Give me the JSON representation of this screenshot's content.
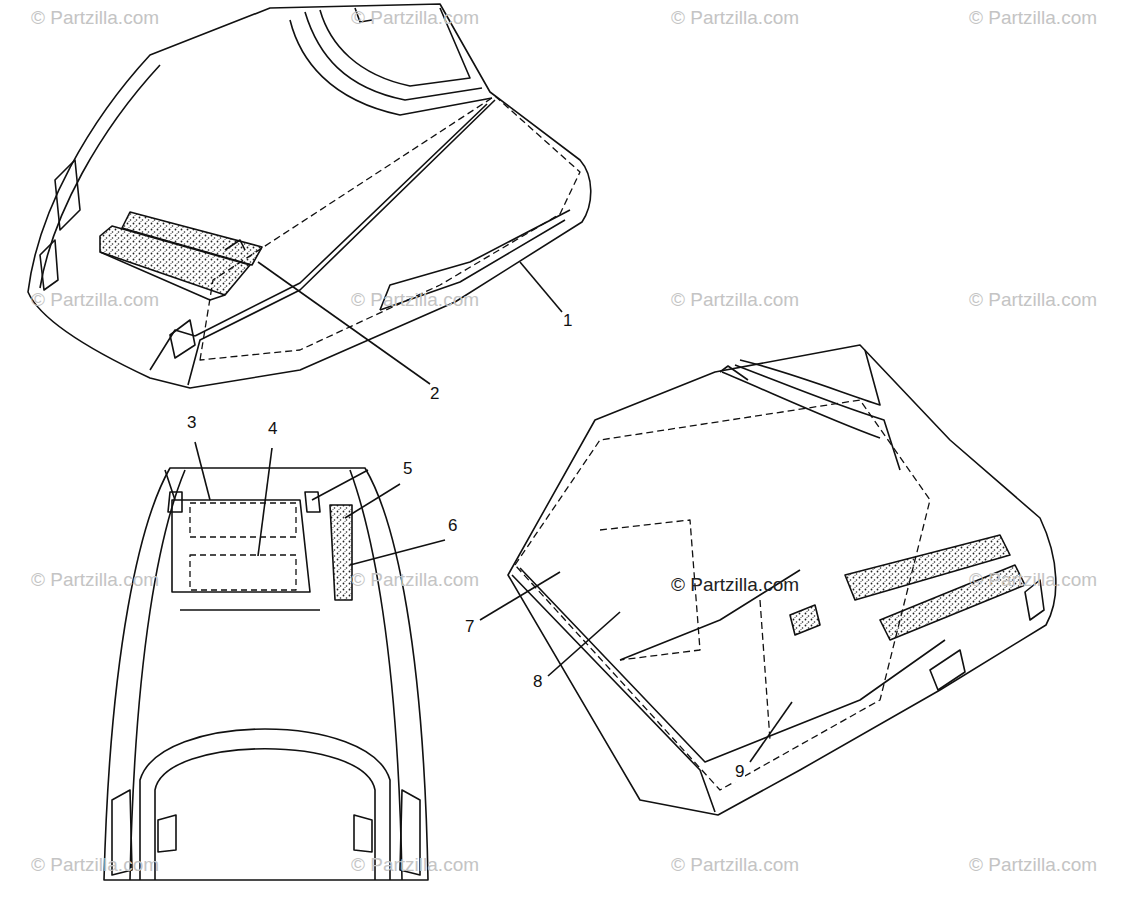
{
  "diagram": {
    "labels": [
      "1",
      "2",
      "3",
      "4",
      "5",
      "6",
      "7",
      "8",
      "9",
      "© Partzilla.com",
      "© Partzilla.com",
      "© Partzilla.com",
      "© Partzilla.com",
      "© Partzilla.com",
      "© Partzilla.com",
      "© Partzilla.com",
      "© Partzilla.com",
      "© Partzilla.com",
      "© Partzilla.com",
      "© Partzilla.com",
      "© Partzilla.com",
      "© Partzilla.com",
      "© Partzilla.com",
      "© Partzilla.com",
      "© Partzilla.com"
    ]
  }
}
